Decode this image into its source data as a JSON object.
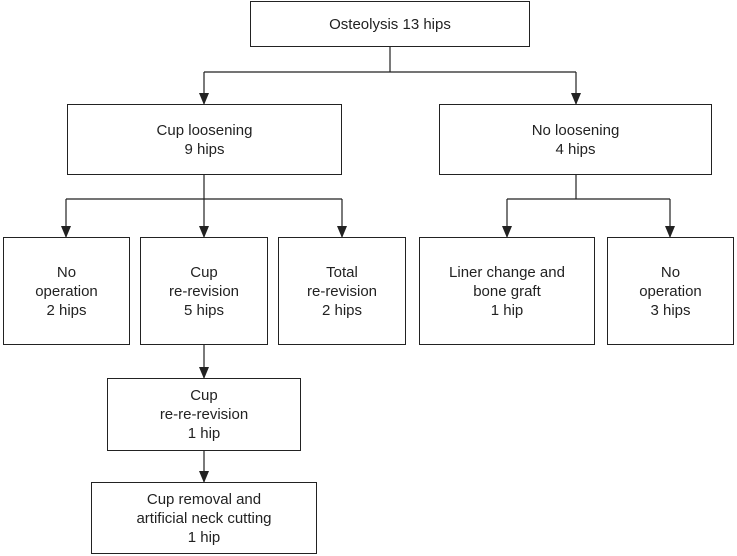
{
  "nodes": {
    "osteolysis": {
      "lines": [
        "Osteolysis 13 hips"
      ]
    },
    "cup_loosening": {
      "lines": [
        "Cup loosening",
        "9 hips"
      ]
    },
    "no_loosening": {
      "lines": [
        "No loosening",
        "4 hips"
      ]
    },
    "no_operation_left": {
      "lines": [
        "No",
        "operation",
        "2 hips"
      ]
    },
    "cup_rerevision": {
      "lines": [
        "Cup",
        "re-revision",
        "5 hips"
      ]
    },
    "total_rerevision": {
      "lines": [
        "Total",
        "re-revision",
        "2 hips"
      ]
    },
    "liner_change": {
      "lines": [
        "Liner change and",
        "bone graft",
        "1 hip"
      ]
    },
    "no_operation_right": {
      "lines": [
        "No",
        "operation",
        "3 hips"
      ]
    },
    "cup_rererevision": {
      "lines": [
        "Cup",
        "re-re-revision",
        "1 hip"
      ]
    },
    "cup_removal": {
      "lines": [
        "Cup removal and",
        "artificial neck cutting",
        "1 hip"
      ]
    }
  },
  "colors": {
    "line": "#222222",
    "box_fill": "#ffffff",
    "text": "#222222"
  }
}
